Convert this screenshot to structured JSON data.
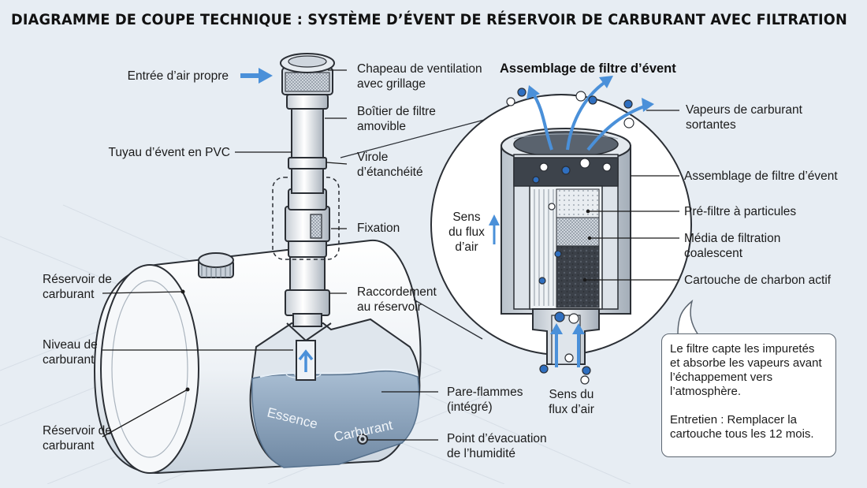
{
  "title": "DIAGRAMME DE COUPE TECHNIQUE : SYSTÈME D’ÉVENT DE RÉSERVOIR DE CARBURANT AVEC FILTRATION",
  "left_labels": {
    "air_inlet": "Entrée d’air propre",
    "pvc_pipe": "Tuyau d’évent en PVC",
    "tank_top": "Réservoir de\ncarburant",
    "fuel_level": "Niveau de\ncarburant",
    "tank_bottom": "Réservoir de\ncarburant"
  },
  "pipe_labels": {
    "vent_cap": "Chapeau de ventilation\navec grillage",
    "filter_housing": "Boîtier de filtre\namovible",
    "seal_ferrule": "Virole\nd’étanchéité",
    "fixing": "Fixation",
    "tank_connection": "Raccordement\nau réservoir",
    "flame_arrester": "Pare-flammes\n(intégré)",
    "moisture_drain": "Point d’évacuation\nde l’humidité"
  },
  "tank_text": {
    "essence": "Essence",
    "carburant": "Carburant"
  },
  "filter_section": {
    "subtitle": "Assemblage de filtre d’évent",
    "flow_direction_left": "Sens\ndu flux\nd’air",
    "flow_direction_bottom": "Sens du\nflux d’air",
    "vapours_out": "Vapeurs de carburant\nsortantes",
    "assembly": "Assemblage de filtre d’évent",
    "prefilter": "Pré-filtre à particules",
    "coalescent": "Média de filtration\ncoalescent",
    "carbon": "Cartouche de charbon actif"
  },
  "note": {
    "line1": "Le filtre capte les impuretés et absorbe les vapeurs avant l’échappement vers l’atmosphère.",
    "line2": "Entretien : Remplacer la cartouche tous les 12 mois."
  },
  "colors": {
    "background": "#e7edf3",
    "arrow_blue": "#4a90d9",
    "fuel_blue": "#8aa6c2",
    "carbon": "#3a3f46",
    "outline": "#2b2f35"
  }
}
